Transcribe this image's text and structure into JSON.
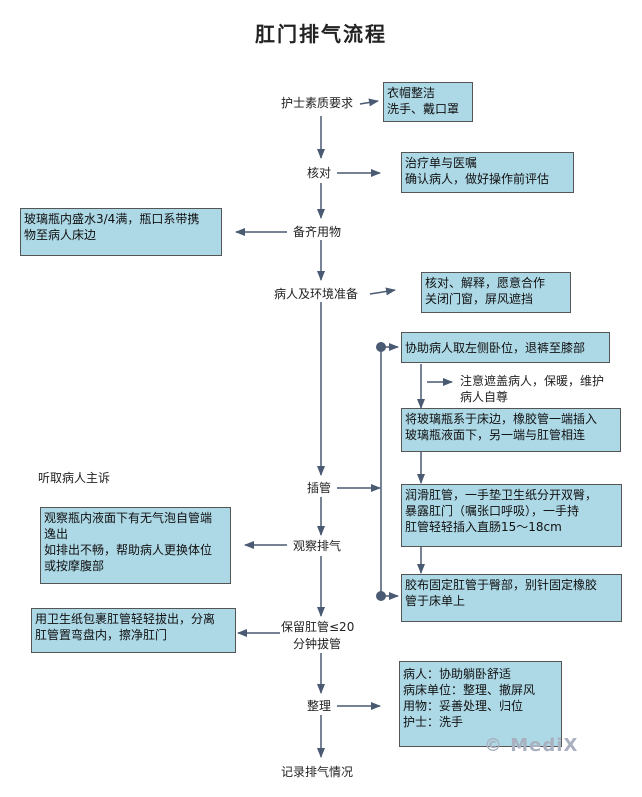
{
  "title": "肛门排气流程",
  "steps": [
    "护士素质要求",
    "核对",
    "备齐用物",
    "病人及环境准备",
    "插管",
    "观察排气",
    "保留肛管≤20",
    "分钟拔管",
    "整理",
    "记录排气情况"
  ],
  "boxes": {
    "attire": [
      "衣帽整洁",
      "洗手、戴口罩"
    ],
    "check": [
      "治疗单与医嘱",
      "确认病人，做好操作前评估"
    ],
    "bottle": [
      "玻璃瓶内盛水3/4满，瓶口系带携",
      "  物至病人床边"
    ],
    "prepare": [
      "核对、解释，愿意合作",
      "关闭门窗，屏风遮挡"
    ],
    "position": [
      "协助病人取左侧卧位，退裤至膝部"
    ],
    "connect": [
      "将玻璃瓶系于床边，橡胶管一端插入",
      "  玻璃瓶液面下，另一端与肛管相连"
    ],
    "insert": [
      "润滑肛管，一手垫卫生纸分开双臀，",
      "  暴露肛门（嘱张口呼吸），一手持",
      "  肛管轻轻插入直肠15～18cm"
    ],
    "fix": [
      "胶布固定肛管于臀部，别针固定橡胶",
      "  管于床单上"
    ],
    "observe": [
      "观察瓶内液面下有无气泡自管端",
      "逸出",
      "如排出不畅，帮助病人更换体位",
      "或按摩腹部"
    ],
    "remove": [
      "用卫生纸包裹肛管轻轻拔出，分离",
      "  肛管置弯盘内，擦净肛门"
    ],
    "tidy": [
      "病人：协助躺卧舒适",
      "病床单位：整理、撤屏风",
      "用物：妥善处理、归位",
      "护士：洗手"
    ]
  },
  "notes": {
    "cover": [
      "注意遮盖病人，保暖，维护",
      "  病人自尊"
    ],
    "listen": "听取病人主诉"
  },
  "watermark": "© MediX"
}
